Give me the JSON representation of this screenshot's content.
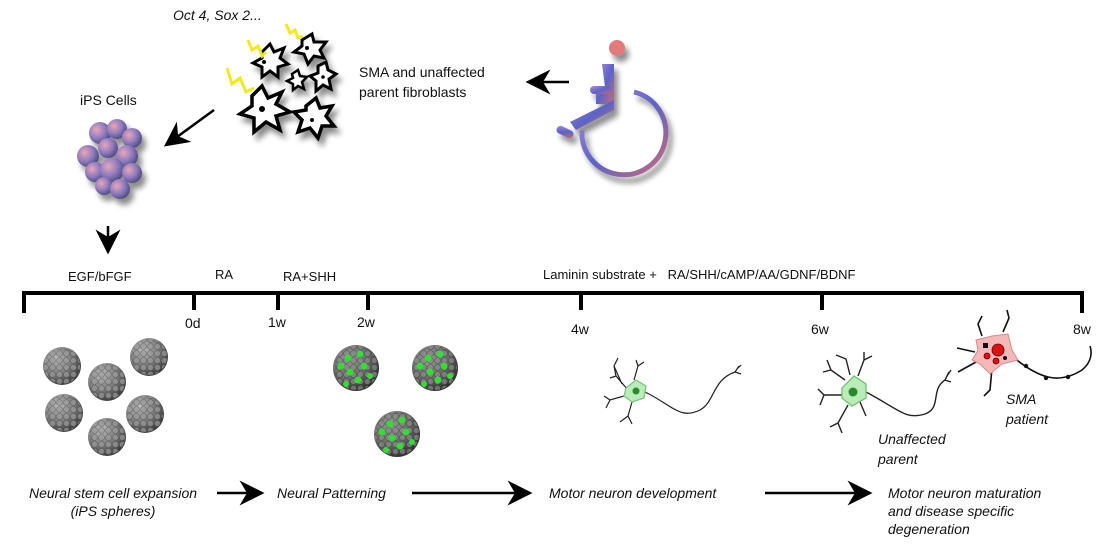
{
  "top": {
    "factors_label": "Oct 4, Sox 2...",
    "ips_label": "iPS Cells",
    "fibroblast_label_line1": "SMA and unaffected",
    "fibroblast_label_line2": "parent fibroblasts"
  },
  "timeline": {
    "treatments": [
      {
        "label": "EGF/bFGF"
      },
      {
        "label": "RA"
      },
      {
        "label": "RA+SHH"
      },
      {
        "label": "Laminin substrate +   RA/SHH/cAMP/AA/GDNF/BDNF"
      }
    ],
    "ticks": [
      {
        "label": "0d"
      },
      {
        "label": "1w"
      },
      {
        "label": "2w"
      },
      {
        "label": "4w"
      },
      {
        "label": "6w"
      },
      {
        "label": "8w"
      }
    ]
  },
  "neurons": {
    "unaffected_line1": "Unaffected",
    "unaffected_line2": "parent",
    "sma_line1": "SMA",
    "sma_line2": "patient"
  },
  "stages": [
    {
      "line1": "Neural stem cell expansion",
      "line2": "(iPS spheres)"
    },
    {
      "line1": "Neural Patterning"
    },
    {
      "line1": "Motor neuron development"
    },
    {
      "line1": "Motor neuron maturation",
      "line2": "and disease specific",
      "line3": "degeneration"
    }
  ],
  "colors": {
    "ips_cluster": "#8a7ab8",
    "sphere_gray": "#808080",
    "sphere_green": "#33dd33",
    "neuron_green": "#b8ecb8",
    "sma_body": "#f5b8b8",
    "sma_red": "#dd1111",
    "spark": "#f2ea1a",
    "wheelchair_head": "#e27a7a"
  }
}
